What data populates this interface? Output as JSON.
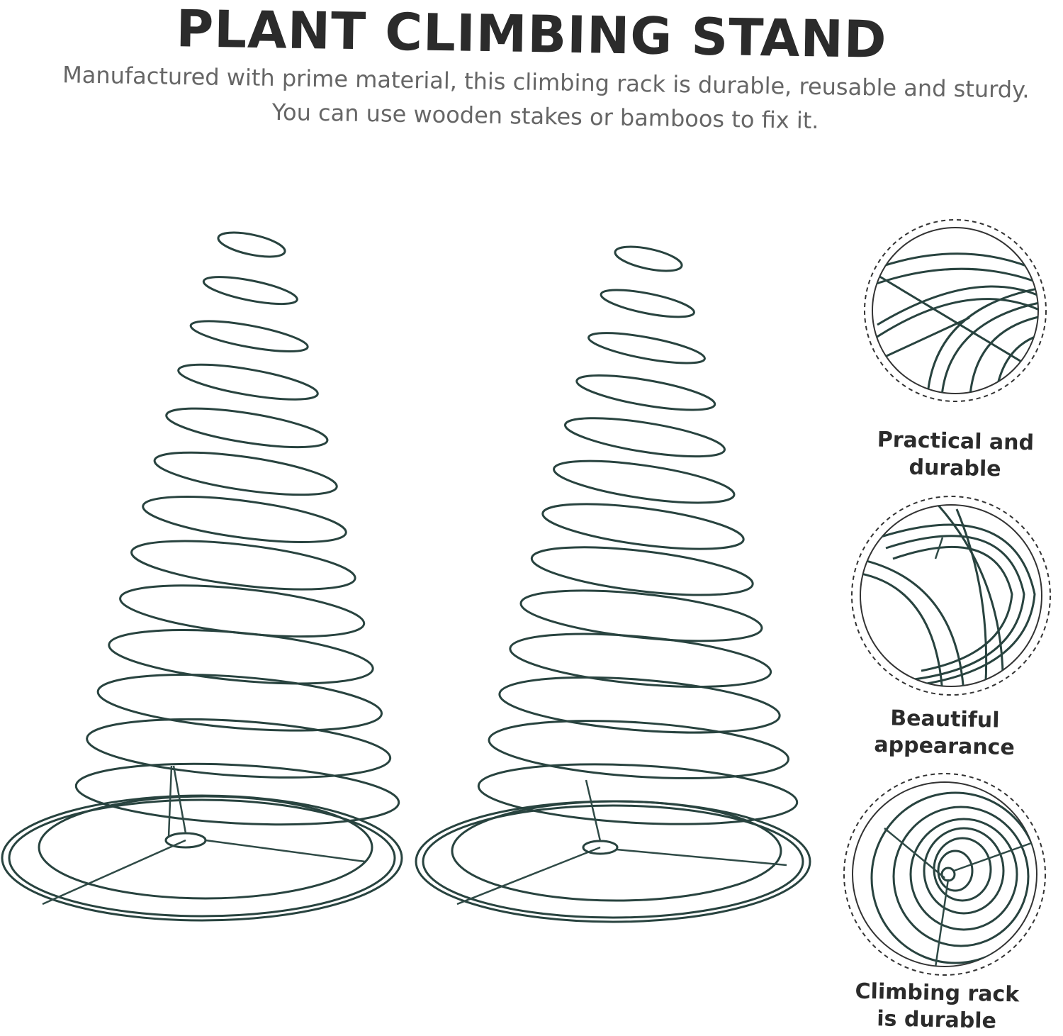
{
  "header": {
    "title": "PLANT CLIMBING STAND",
    "subtitle_line1": "Manufactured with prime material, this climbing rack is durable, reusable and sturdy.",
    "subtitle_line2": "You can use wooden stakes or bamboos to fix it."
  },
  "features": [
    {
      "line1": "Practical and",
      "line2": "durable"
    },
    {
      "line1": "Beautiful",
      "line2": "appearance"
    },
    {
      "line1": "Climbing rack",
      "line2": "is durable"
    }
  ],
  "colors": {
    "wire": "#28433f",
    "title": "#2b2b2b",
    "subtitle": "#666666"
  }
}
